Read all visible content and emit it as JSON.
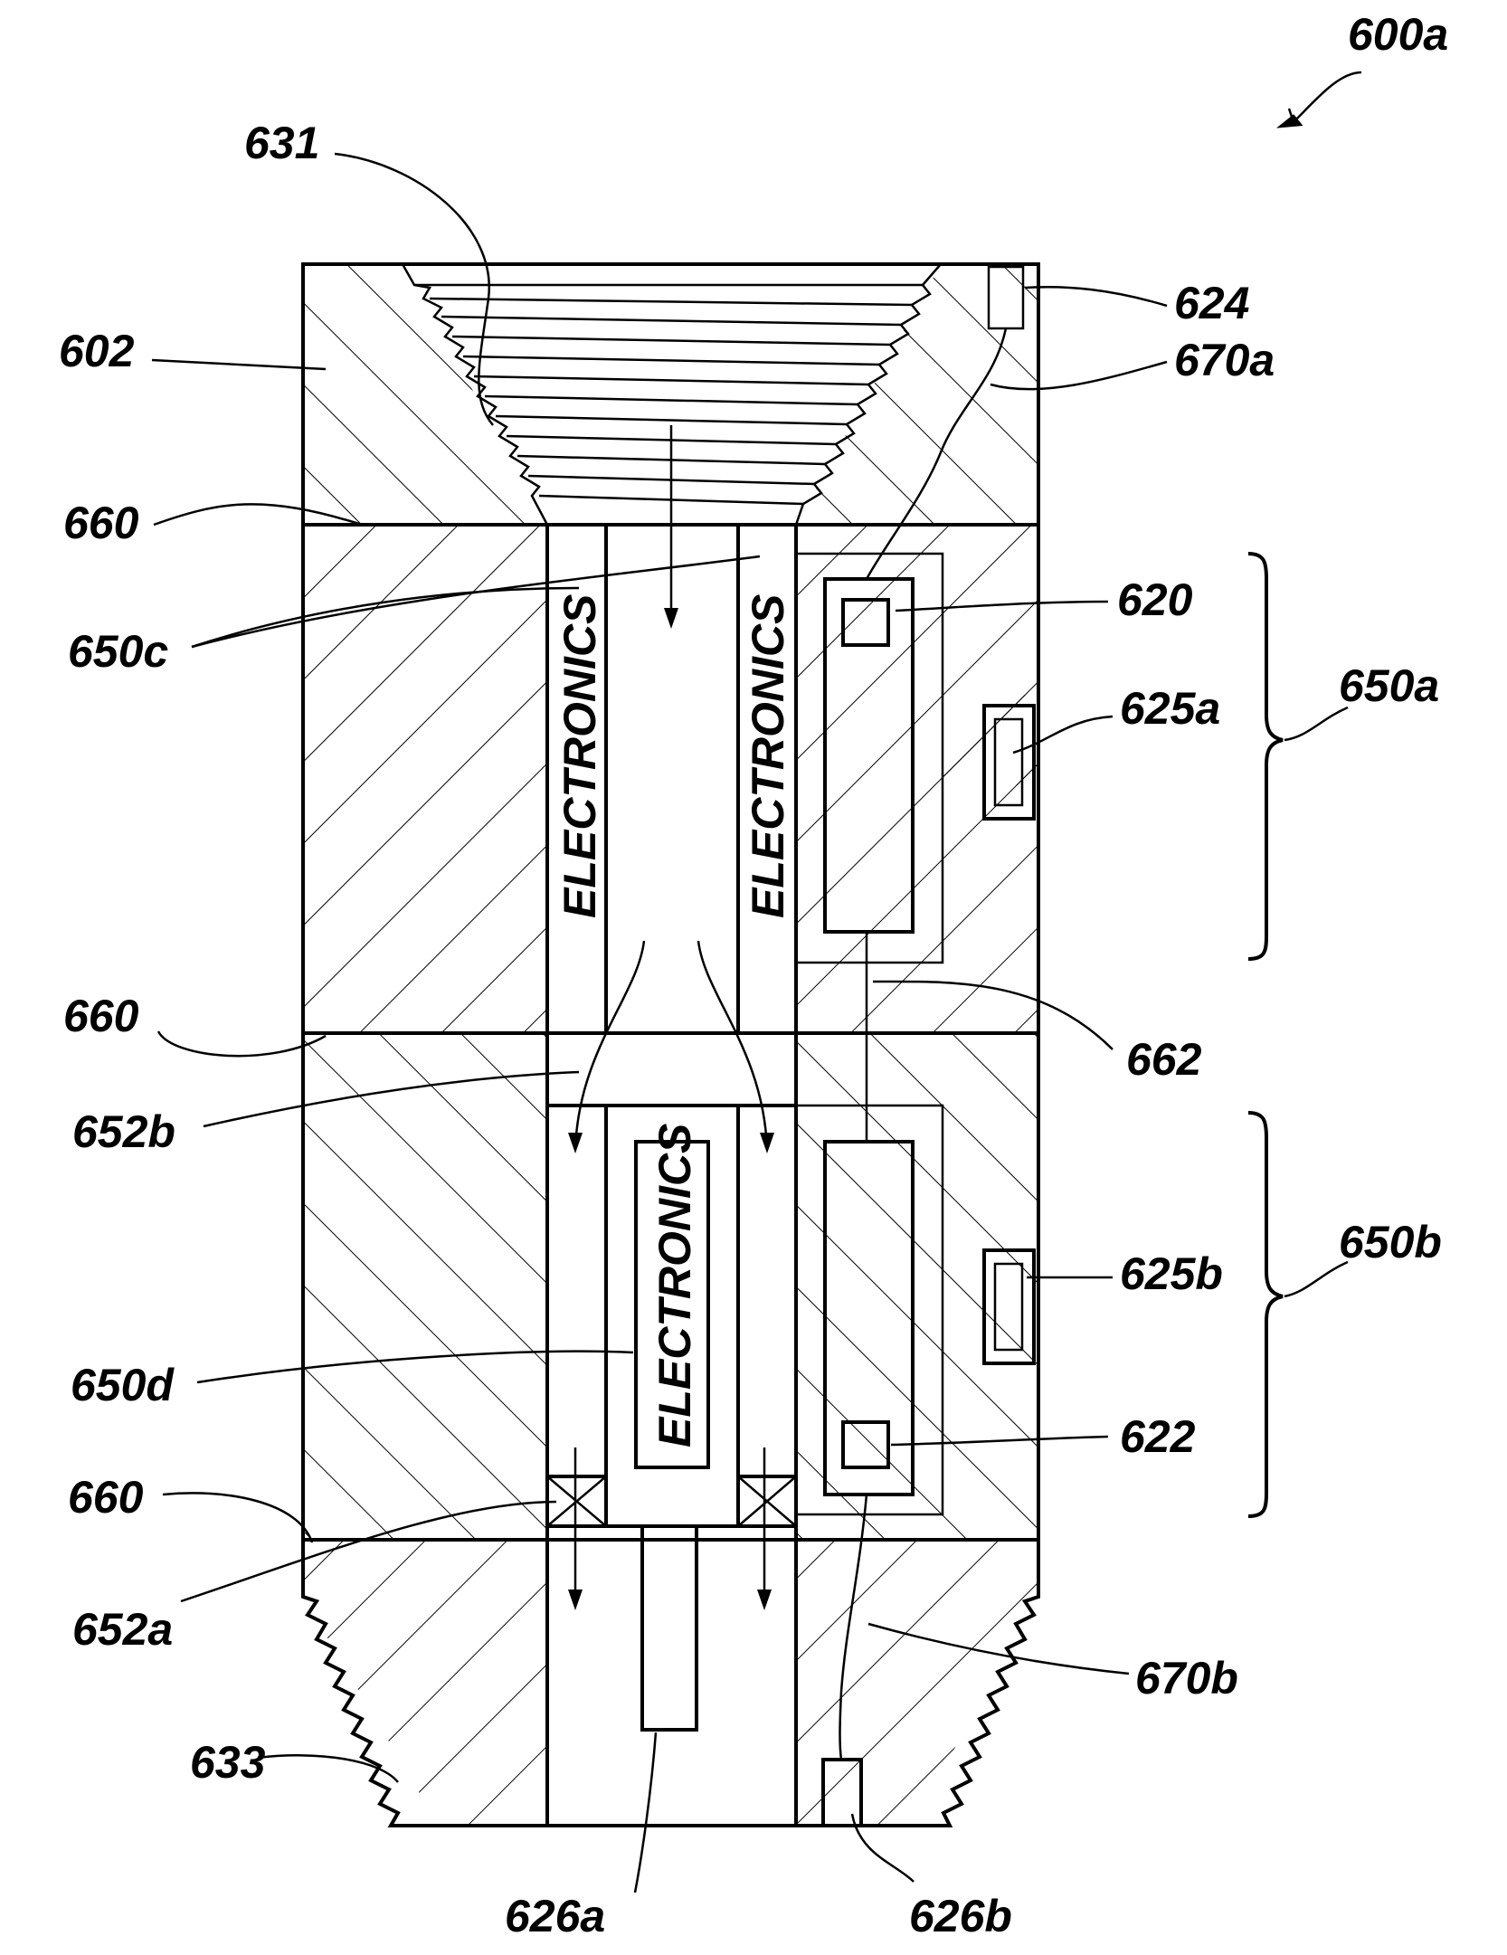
{
  "figure": {
    "ref_main": "600a",
    "labels": {
      "l631": "631",
      "l602": "602",
      "l660_top": "660",
      "l650c": "650c",
      "l660_mid": "660",
      "l652b": "652b",
      "l650d": "650d",
      "l660_bot": "660",
      "l652a": "652a",
      "l633": "633",
      "l626a": "626a",
      "l626b": "626b",
      "l670b": "670b",
      "l624": "624",
      "l670a": "670a",
      "l620": "620",
      "l625a": "625a",
      "l650a": "650a",
      "l662": "662",
      "l650b": "650b",
      "l625b": "625b",
      "l622": "622"
    },
    "electronics": {
      "upper_left": "ELECTRONICS",
      "upper_right": "ELECTRONICS",
      "lower_center": "ELECTRONICS"
    }
  }
}
